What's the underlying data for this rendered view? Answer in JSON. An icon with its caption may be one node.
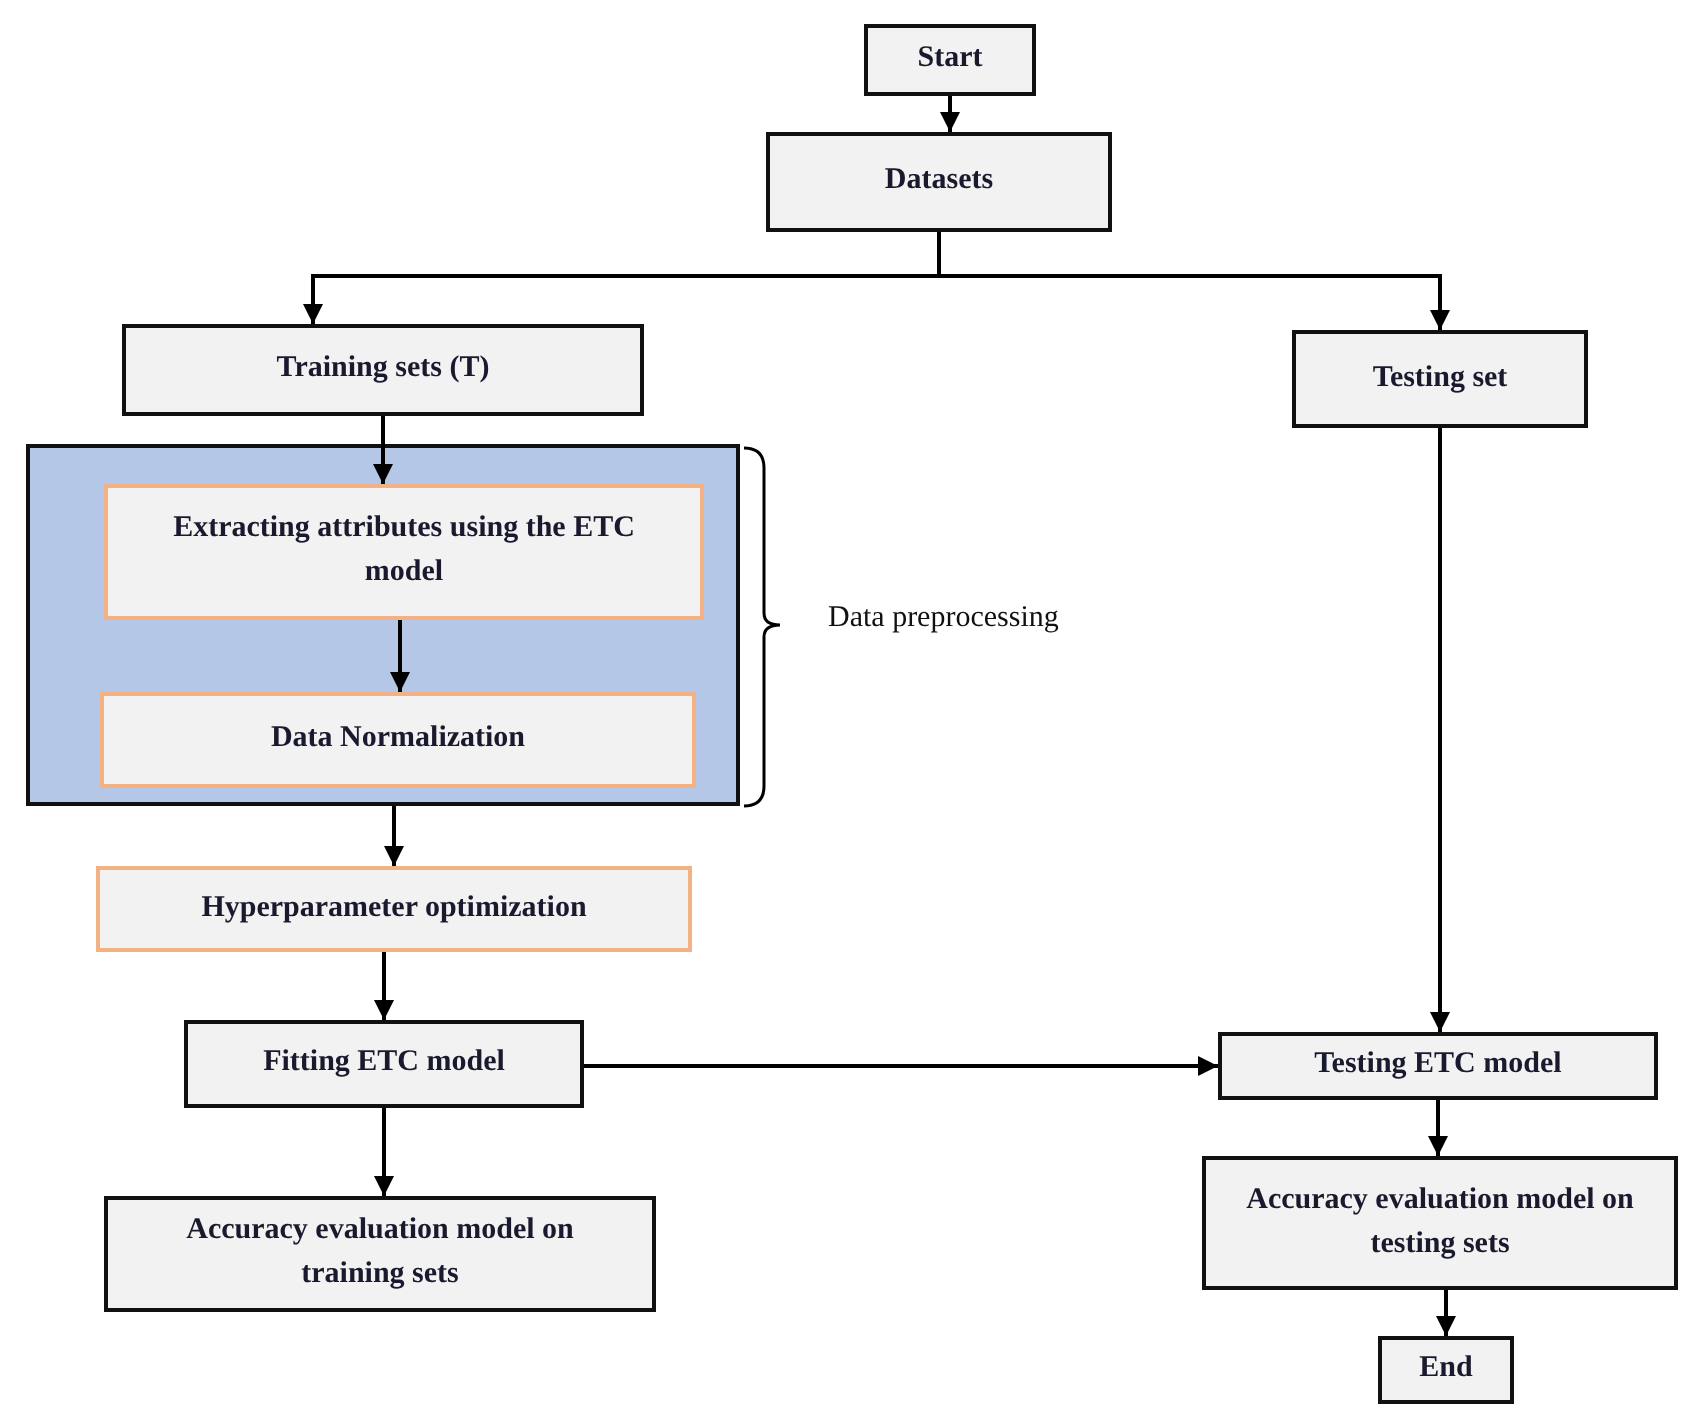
{
  "diagram": {
    "nodes": [
      {
        "text": [
          "Start"
        ]
      },
      {
        "text": [
          "Datasets"
        ]
      },
      {
        "text": [
          "Training sets (T)"
        ]
      },
      {
        "text": [
          "Testing set"
        ]
      },
      {
        "text": [],
        "shape": "box",
        "beside": [
          "Data preprocessing"
        ]
      },
      {
        "text": [
          "Extracting attributes using the ETC model"
        ],
        "in": 4
      },
      {
        "text": [
          "Data Normalization"
        ],
        "in": 4
      },
      {
        "text": [
          "Hyperparameter optimization"
        ]
      },
      {
        "text": [
          "Fitting ETC model"
        ]
      },
      {
        "text": [
          "Testing ETC model"
        ]
      },
      {
        "text": [
          "Accuracy evaluation model on training sets"
        ]
      },
      {
        "text": [
          "Accuracy evaluation model on testing sets"
        ]
      },
      {
        "text": [
          "End"
        ]
      }
    ],
    "edges": [
      {
        "from": 0,
        "to": 1,
        "arrow": "to"
      },
      {
        "from": 1,
        "to": 2,
        "arrow": "to"
      },
      {
        "from": 1,
        "to": 3,
        "arrow": "to"
      },
      {
        "from": 2,
        "to": 5,
        "arrow": "to"
      },
      {
        "from": 5,
        "to": 6,
        "arrow": "to"
      },
      {
        "from": 4,
        "to": 7,
        "arrow": "to"
      },
      {
        "from": 7,
        "to": 8,
        "arrow": "to"
      },
      {
        "from": 8,
        "to": 10,
        "arrow": "to"
      },
      {
        "from": 8,
        "to": 9,
        "arrow": "to"
      },
      {
        "from": 3,
        "to": 9,
        "arrow": "to"
      },
      {
        "from": 9,
        "to": 11,
        "arrow": "to"
      },
      {
        "from": 11,
        "to": 12,
        "arrow": "to"
      }
    ]
  }
}
